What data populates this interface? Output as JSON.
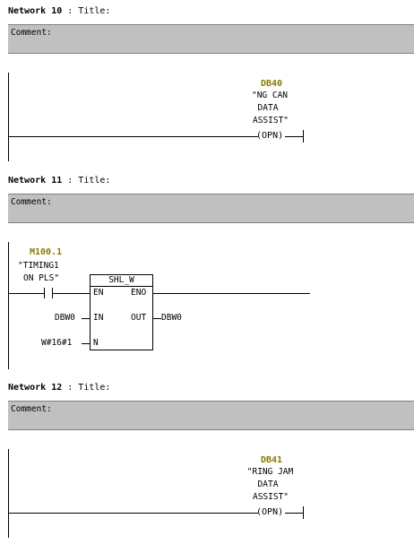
{
  "networks": [
    {
      "header_label": "Network",
      "number": "10",
      "title_label": ": Title:",
      "comment_label": "Comment:",
      "block": {
        "address": "DB40",
        "name_lines": [
          "\"NG CAN",
          "DATA",
          "ASSIST\""
        ],
        "op": "OPN"
      }
    },
    {
      "header_label": "Network",
      "number": "11",
      "title_label": ": Title:",
      "comment_label": "Comment:",
      "contact": {
        "address": "M100.1",
        "name_lines": [
          "\"TIMING1",
          "ON PLS\""
        ]
      },
      "function_box": {
        "name": "SHL_W",
        "pins": {
          "en": "EN",
          "eno": "ENO",
          "in": "IN",
          "out": "OUT",
          "n": "N"
        }
      },
      "in_operand": "DBW0",
      "out_operand": "DBW0",
      "n_operand": "W#16#1"
    },
    {
      "header_label": "Network",
      "number": "12",
      "title_label": ": Title:",
      "comment_label": "Comment:",
      "block": {
        "address": "DB41",
        "name_lines": [
          "\"RING JAM",
          "DATA",
          "ASSIST\""
        ],
        "op": "OPN"
      }
    }
  ]
}
